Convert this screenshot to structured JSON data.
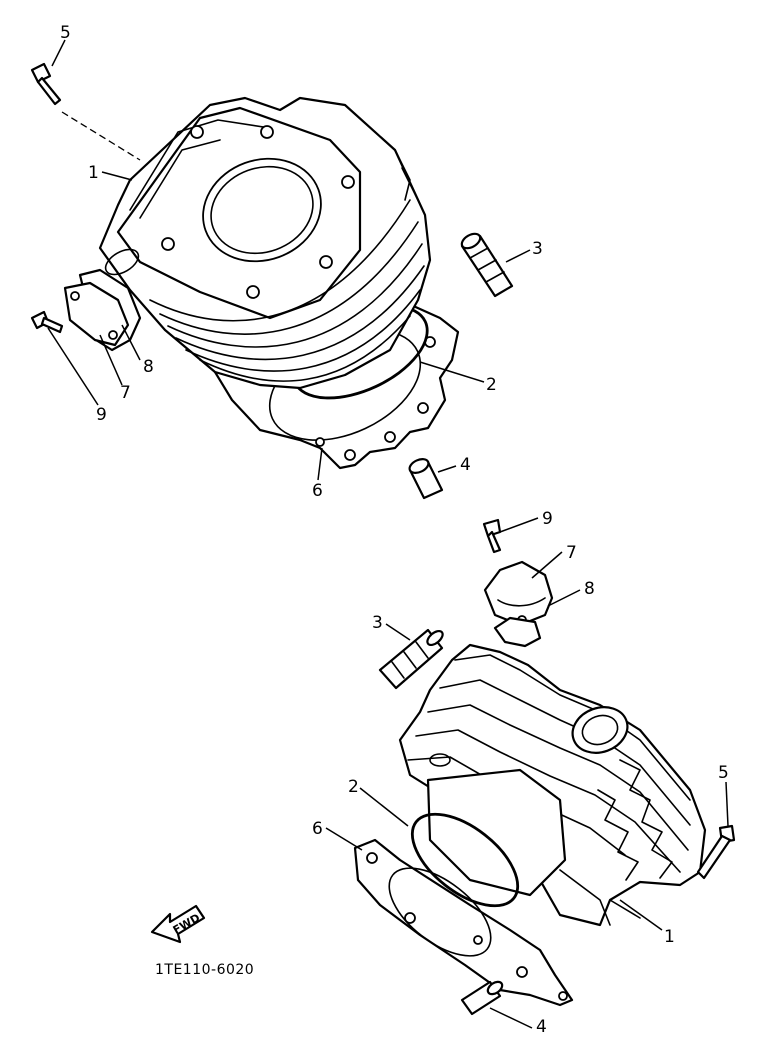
{
  "callouts": {
    "top_5": "5",
    "top_1": "1",
    "top_3": "3",
    "top_8": "8",
    "top_7": "7",
    "top_9": "9",
    "top_2": "2",
    "top_6": "6",
    "top_4": "4",
    "bottom_9": "9",
    "bottom_7": "7",
    "bottom_8": "8",
    "bottom_3": "3",
    "bottom_2": "2",
    "bottom_6": "6",
    "bottom_5": "5",
    "bottom_1": "1",
    "bottom_4": "4"
  },
  "fwd_label": "FWD",
  "reference_code": "1TE110-6020"
}
